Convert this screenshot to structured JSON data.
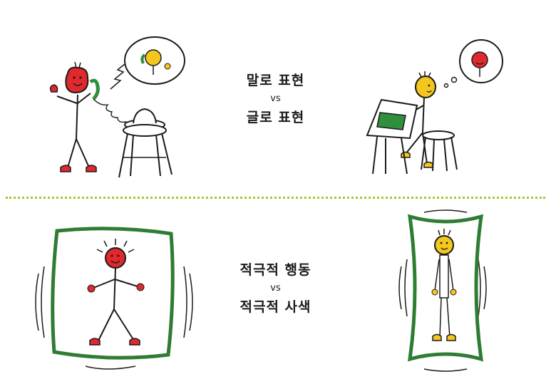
{
  "colors": {
    "red_character": "#e0282d",
    "yellow_character": "#f3c71d",
    "frame_green": "#2e7d32",
    "paper_green": "#2f8f3c",
    "divider": "#9acd32",
    "ink": "#1b1b1b"
  },
  "top": {
    "caption": {
      "line1": "말로 표현",
      "vs": "vs",
      "line2": "글로 표현"
    }
  },
  "bottom": {
    "caption": {
      "line1": "적극적 행동",
      "vs": "vs",
      "line2": "적극적 사색"
    }
  }
}
